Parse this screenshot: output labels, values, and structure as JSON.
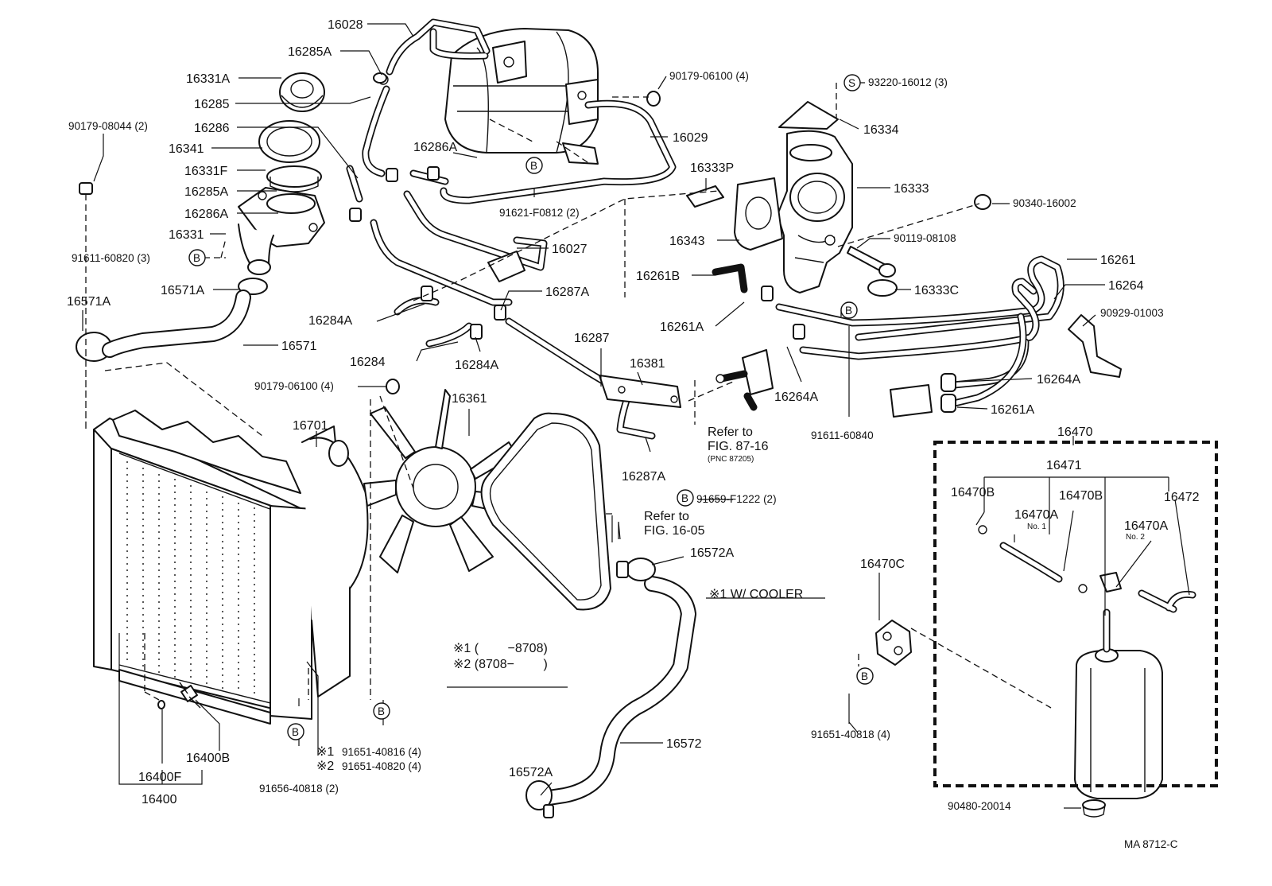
{
  "circle_mark": "B",
  "s_mark": "S",
  "labels": {
    "p16028": "16028",
    "p16285A_top": "16285A",
    "p16331A": "16331A",
    "p16285": "16285",
    "p16286": "16286",
    "p16341": "16341",
    "p16331F": "16331F",
    "p16285A_mid": "16285A",
    "p16286A_left": "16286A",
    "p16331": "16331",
    "p90179_08044": "90179-08044 (2)",
    "p91611_60820": "91611-60820 (3)",
    "p16571A_a": "16571A",
    "p16571A_b": "16571A",
    "p16571": "16571",
    "p16286A_mid": "16286A",
    "p91621": "91621-F0812 (2)",
    "p16029": "16029",
    "p90179_06100_top": "90179-06100 (4)",
    "p93220": "93220-16012 (3)",
    "p16334": "16334",
    "p16333P": "16333P",
    "p16333": "16333",
    "p90340": "90340-16002",
    "p16343": "16343",
    "p90119": "90119-08108",
    "p16027": "16027",
    "p16261B": "16261B",
    "p16261": "16261",
    "p16264": "16264",
    "p16333C": "16333C",
    "p16287A_top": "16287A",
    "p16284A_a": "16284A",
    "p16284": "16284",
    "p16284A_b": "16284A",
    "p16287": "16287",
    "p16261A_a": "16261A",
    "p90929": "90929-01003",
    "p16381": "16381",
    "p16264A_a": "16264A",
    "p16264A_b": "16264A",
    "p16261A_b": "16261A",
    "p90179_06100_mid": "90179-06100 (4)",
    "p16701": "16701",
    "p16361": "16361",
    "p16287A_low": "16287A",
    "p91611_60840": "91611-60840",
    "p16470": "16470",
    "p16471": "16471",
    "p16470B_a": "16470B",
    "p16470B_b": "16470B",
    "p16470A_a": "16470A",
    "p16470A_b": "16470A",
    "p16472": "16472",
    "p91659": "91659-F1222 (2)",
    "p16572A_top": "16572A",
    "p16470C": "16470C",
    "p91651_40818_4": "91651-40818 (4)",
    "p16572": "16572",
    "p16572A_low": "16572A",
    "p16400B": "16400B",
    "p16400F": "16400F",
    "p16400": "16400",
    "p91656": "91656-40818 (2)",
    "p91651_40816": "91651-40816 (4)",
    "p91651_40820": "91651-40820 (4)",
    "p90480": "90480-20014"
  },
  "notes": {
    "no1": "No. 1",
    "no2": "No. 2",
    "refer_a": "Refer to",
    "fig_a": "FIG. 87-16",
    "pnc_a": "(PNC 87205)",
    "refer_b": "Refer to",
    "fig_b": "FIG. 16-05",
    "cooler": "※1 W/ COOLER",
    "var1": "※1 (　　 −8708)",
    "var2": "※2 (8708−　　 )",
    "mark1": "※1",
    "mark2": "※2",
    "code": "MA  8712-C"
  }
}
